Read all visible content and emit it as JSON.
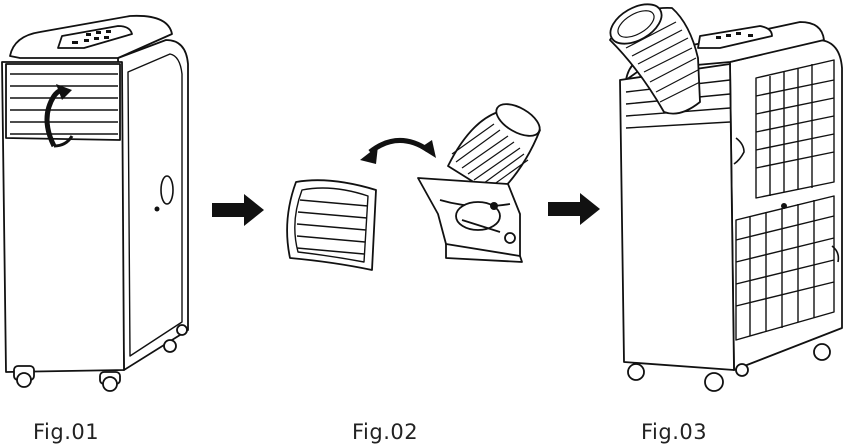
{
  "figures": [
    {
      "caption": "Fig.01"
    },
    {
      "caption": "Fig.02"
    },
    {
      "caption": "Fig.03"
    }
  ]
}
